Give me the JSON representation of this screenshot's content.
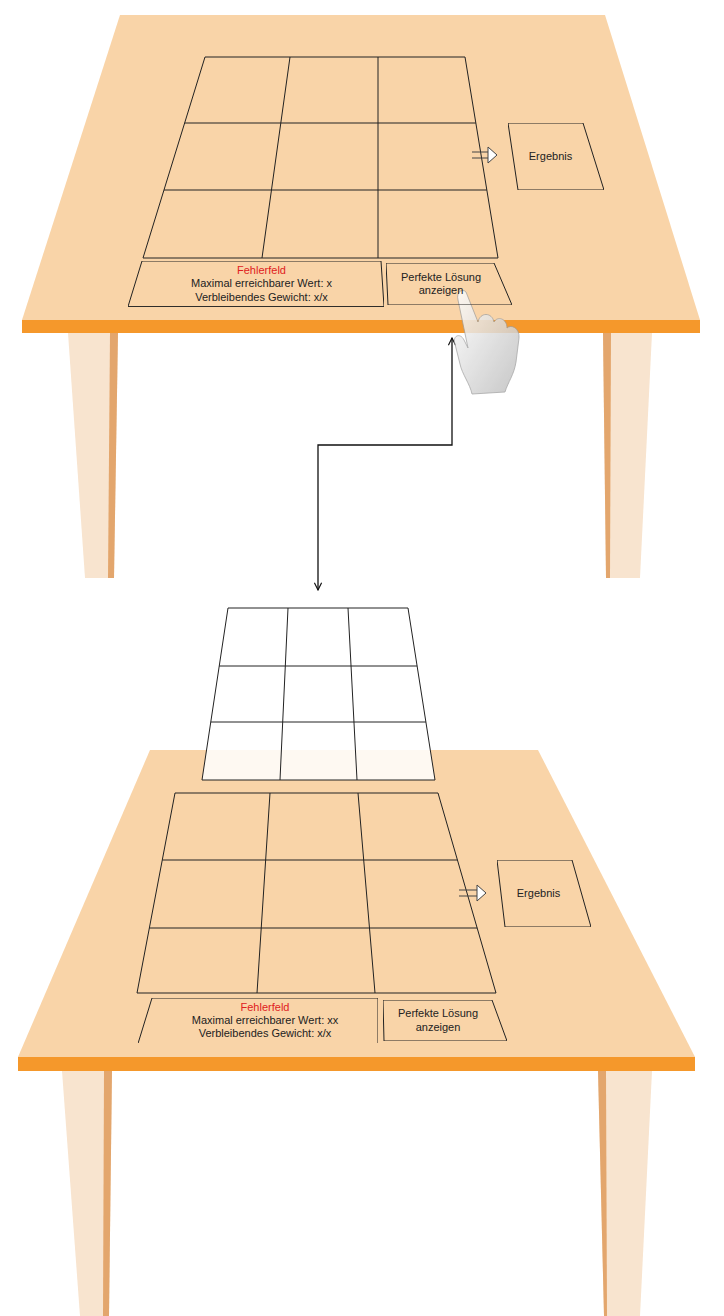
{
  "diagram": {
    "nodes": [
      {
        "text": [
          "Ergebnis"
        ]
      },
      {
        "text": [
          "Fehlerfeld",
          "Maximal erreichbarer Wert: x",
          "Verbleibendes Gewicht: x/x"
        ]
      },
      {
        "text": [
          "Perfekte Lösung anzeigen"
        ]
      },
      {
        "text": [
          "Ergebnis"
        ]
      },
      {
        "text": [
          "Fehlerfeld",
          "Maximal erreichbarer Wert: xx",
          "Verbleibendes Gewicht: x/x"
        ]
      },
      {
        "text": [
          "Perfekte Lösung anzeigen"
        ]
      }
    ]
  }
}
